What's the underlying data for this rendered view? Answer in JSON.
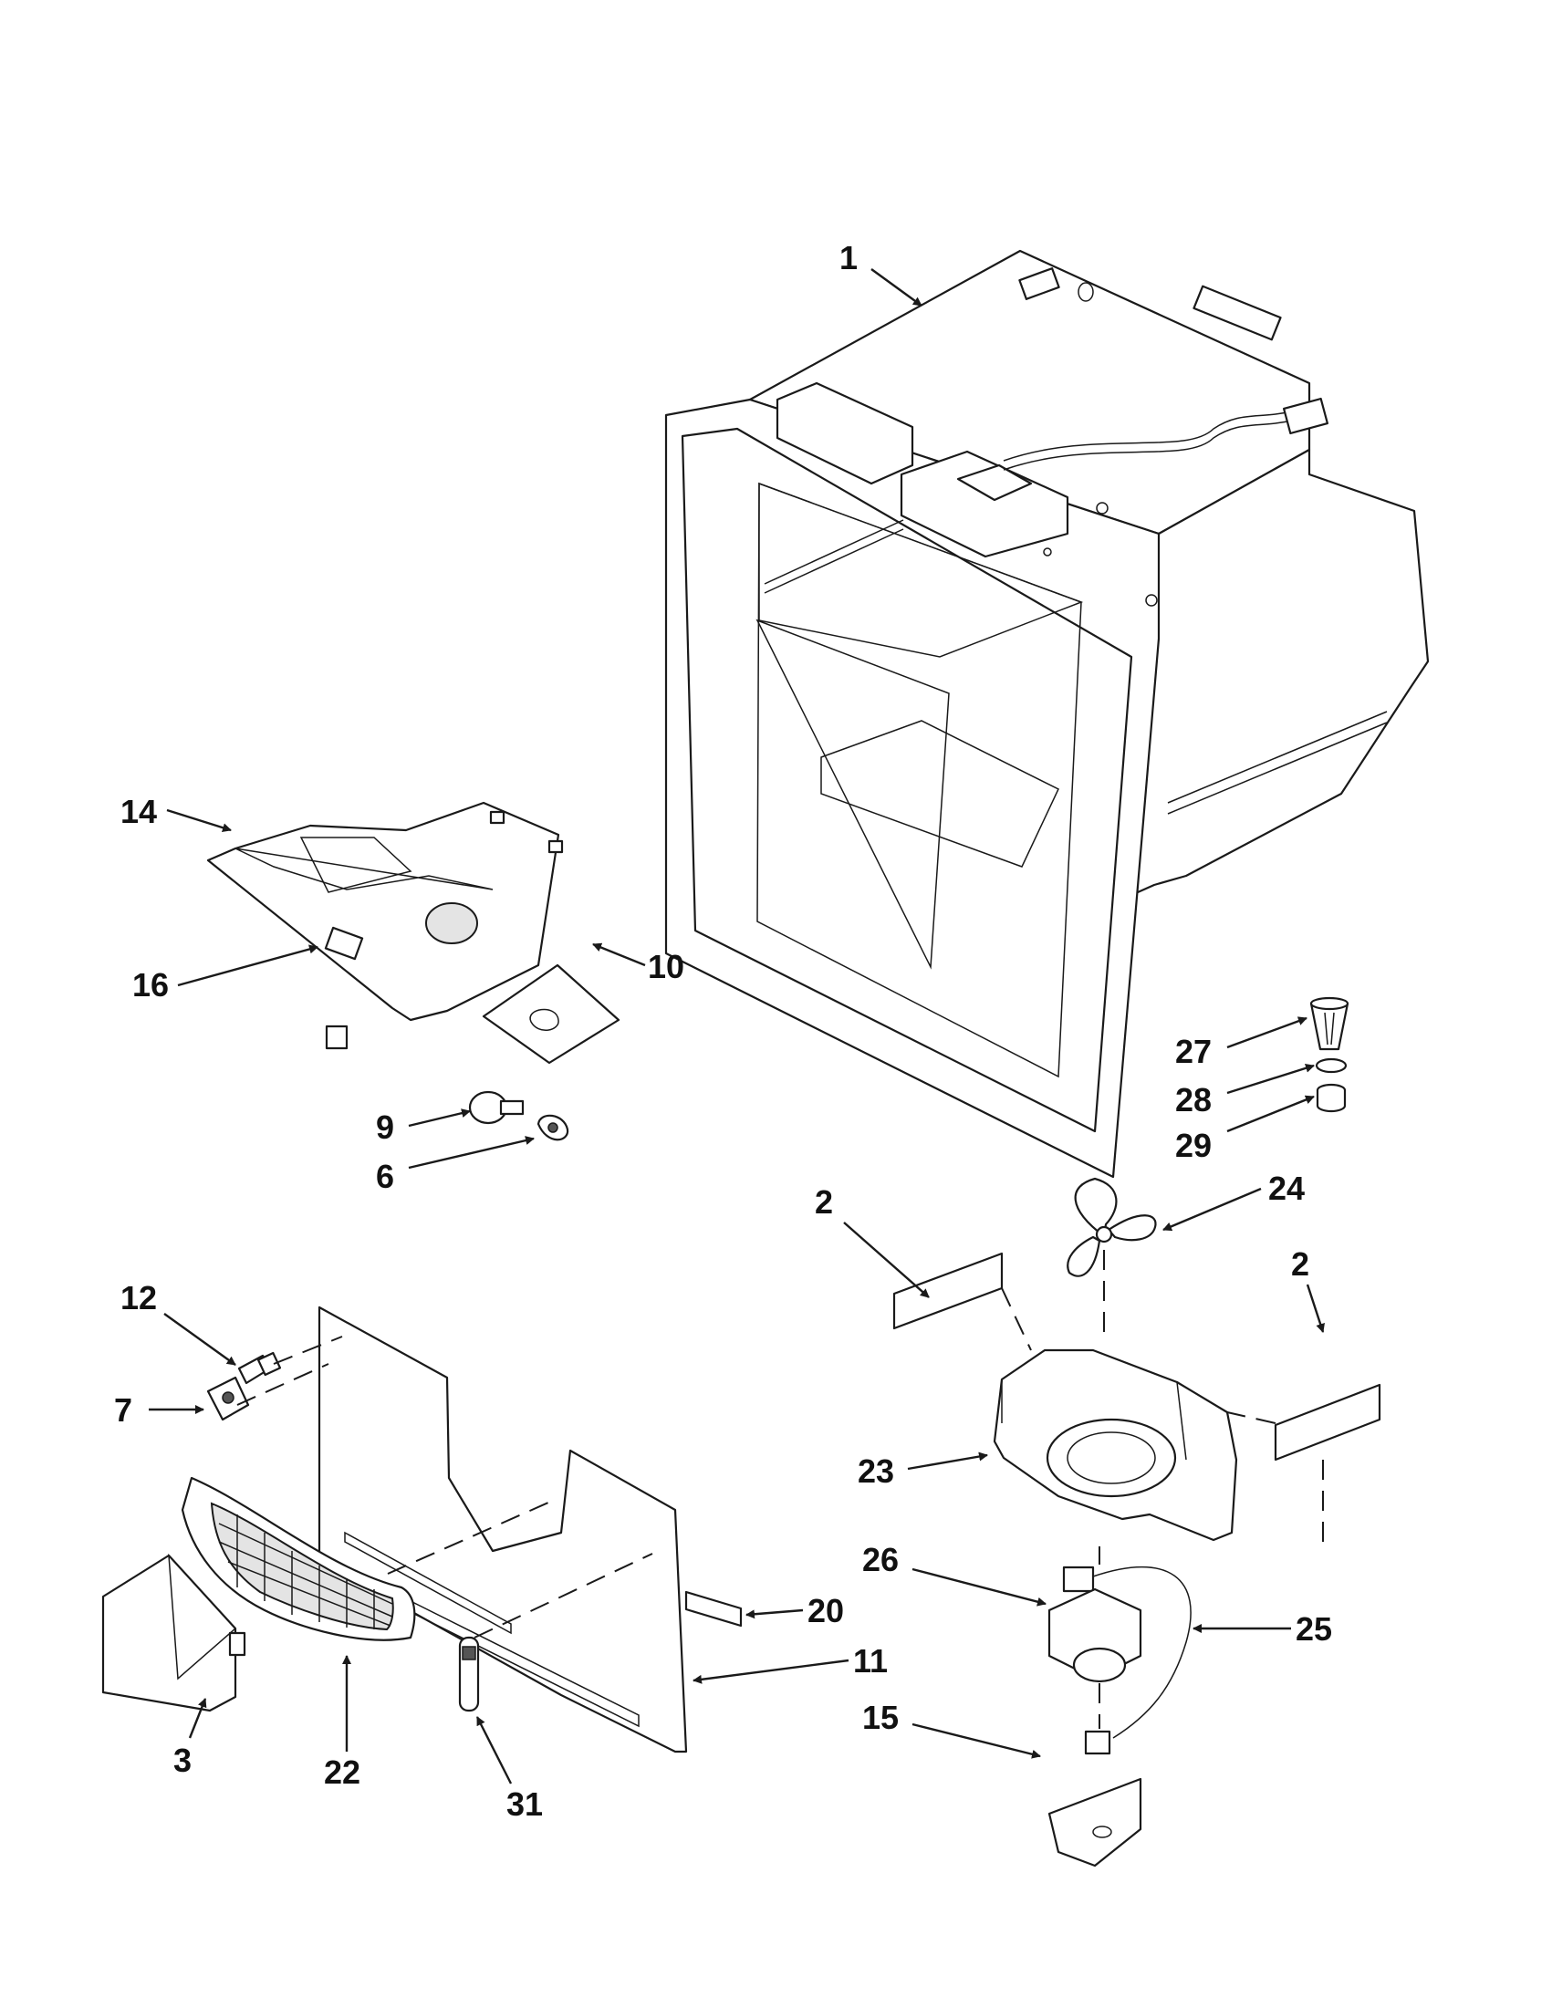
{
  "callouts": [
    {
      "id": "c1",
      "label": "1"
    },
    {
      "id": "c14",
      "label": "14"
    },
    {
      "id": "c16",
      "label": "16"
    },
    {
      "id": "c10",
      "label": "10"
    },
    {
      "id": "c9",
      "label": "9"
    },
    {
      "id": "c6",
      "label": "6"
    },
    {
      "id": "c27",
      "label": "27"
    },
    {
      "id": "c28",
      "label": "28"
    },
    {
      "id": "c29",
      "label": "29"
    },
    {
      "id": "c2a",
      "label": "2"
    },
    {
      "id": "c24",
      "label": "24"
    },
    {
      "id": "c2b",
      "label": "2"
    },
    {
      "id": "c12",
      "label": "12"
    },
    {
      "id": "c7",
      "label": "7"
    },
    {
      "id": "c23",
      "label": "23"
    },
    {
      "id": "c26",
      "label": "26"
    },
    {
      "id": "c20",
      "label": "20"
    },
    {
      "id": "c25",
      "label": "25"
    },
    {
      "id": "c11",
      "label": "11"
    },
    {
      "id": "c15",
      "label": "15"
    },
    {
      "id": "c3",
      "label": "3"
    },
    {
      "id": "c22",
      "label": "22"
    },
    {
      "id": "c31",
      "label": "31"
    }
  ]
}
